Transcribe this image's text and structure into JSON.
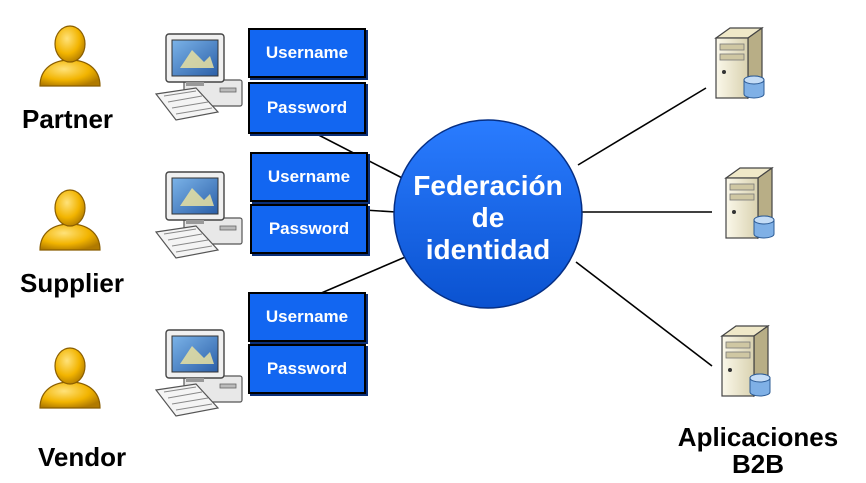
{
  "hub": {
    "lines": [
      "Federación",
      "de",
      "identidad"
    ],
    "color": "#1266f1"
  },
  "users": [
    {
      "label": "Partner",
      "username": "Username",
      "password": "Password"
    },
    {
      "label": "Supplier",
      "username": "Username",
      "password": "Password"
    },
    {
      "label": "Vendor",
      "username": "Username",
      "password": "Password"
    }
  ],
  "servers": {
    "label_lines": [
      "Aplicaciones",
      "B2B"
    ]
  },
  "colors": {
    "credential_box": "#1266f1",
    "person": "#f2b400",
    "line": "#000000"
  },
  "icons": [
    "user-icon",
    "computer-icon",
    "server-icon"
  ]
}
